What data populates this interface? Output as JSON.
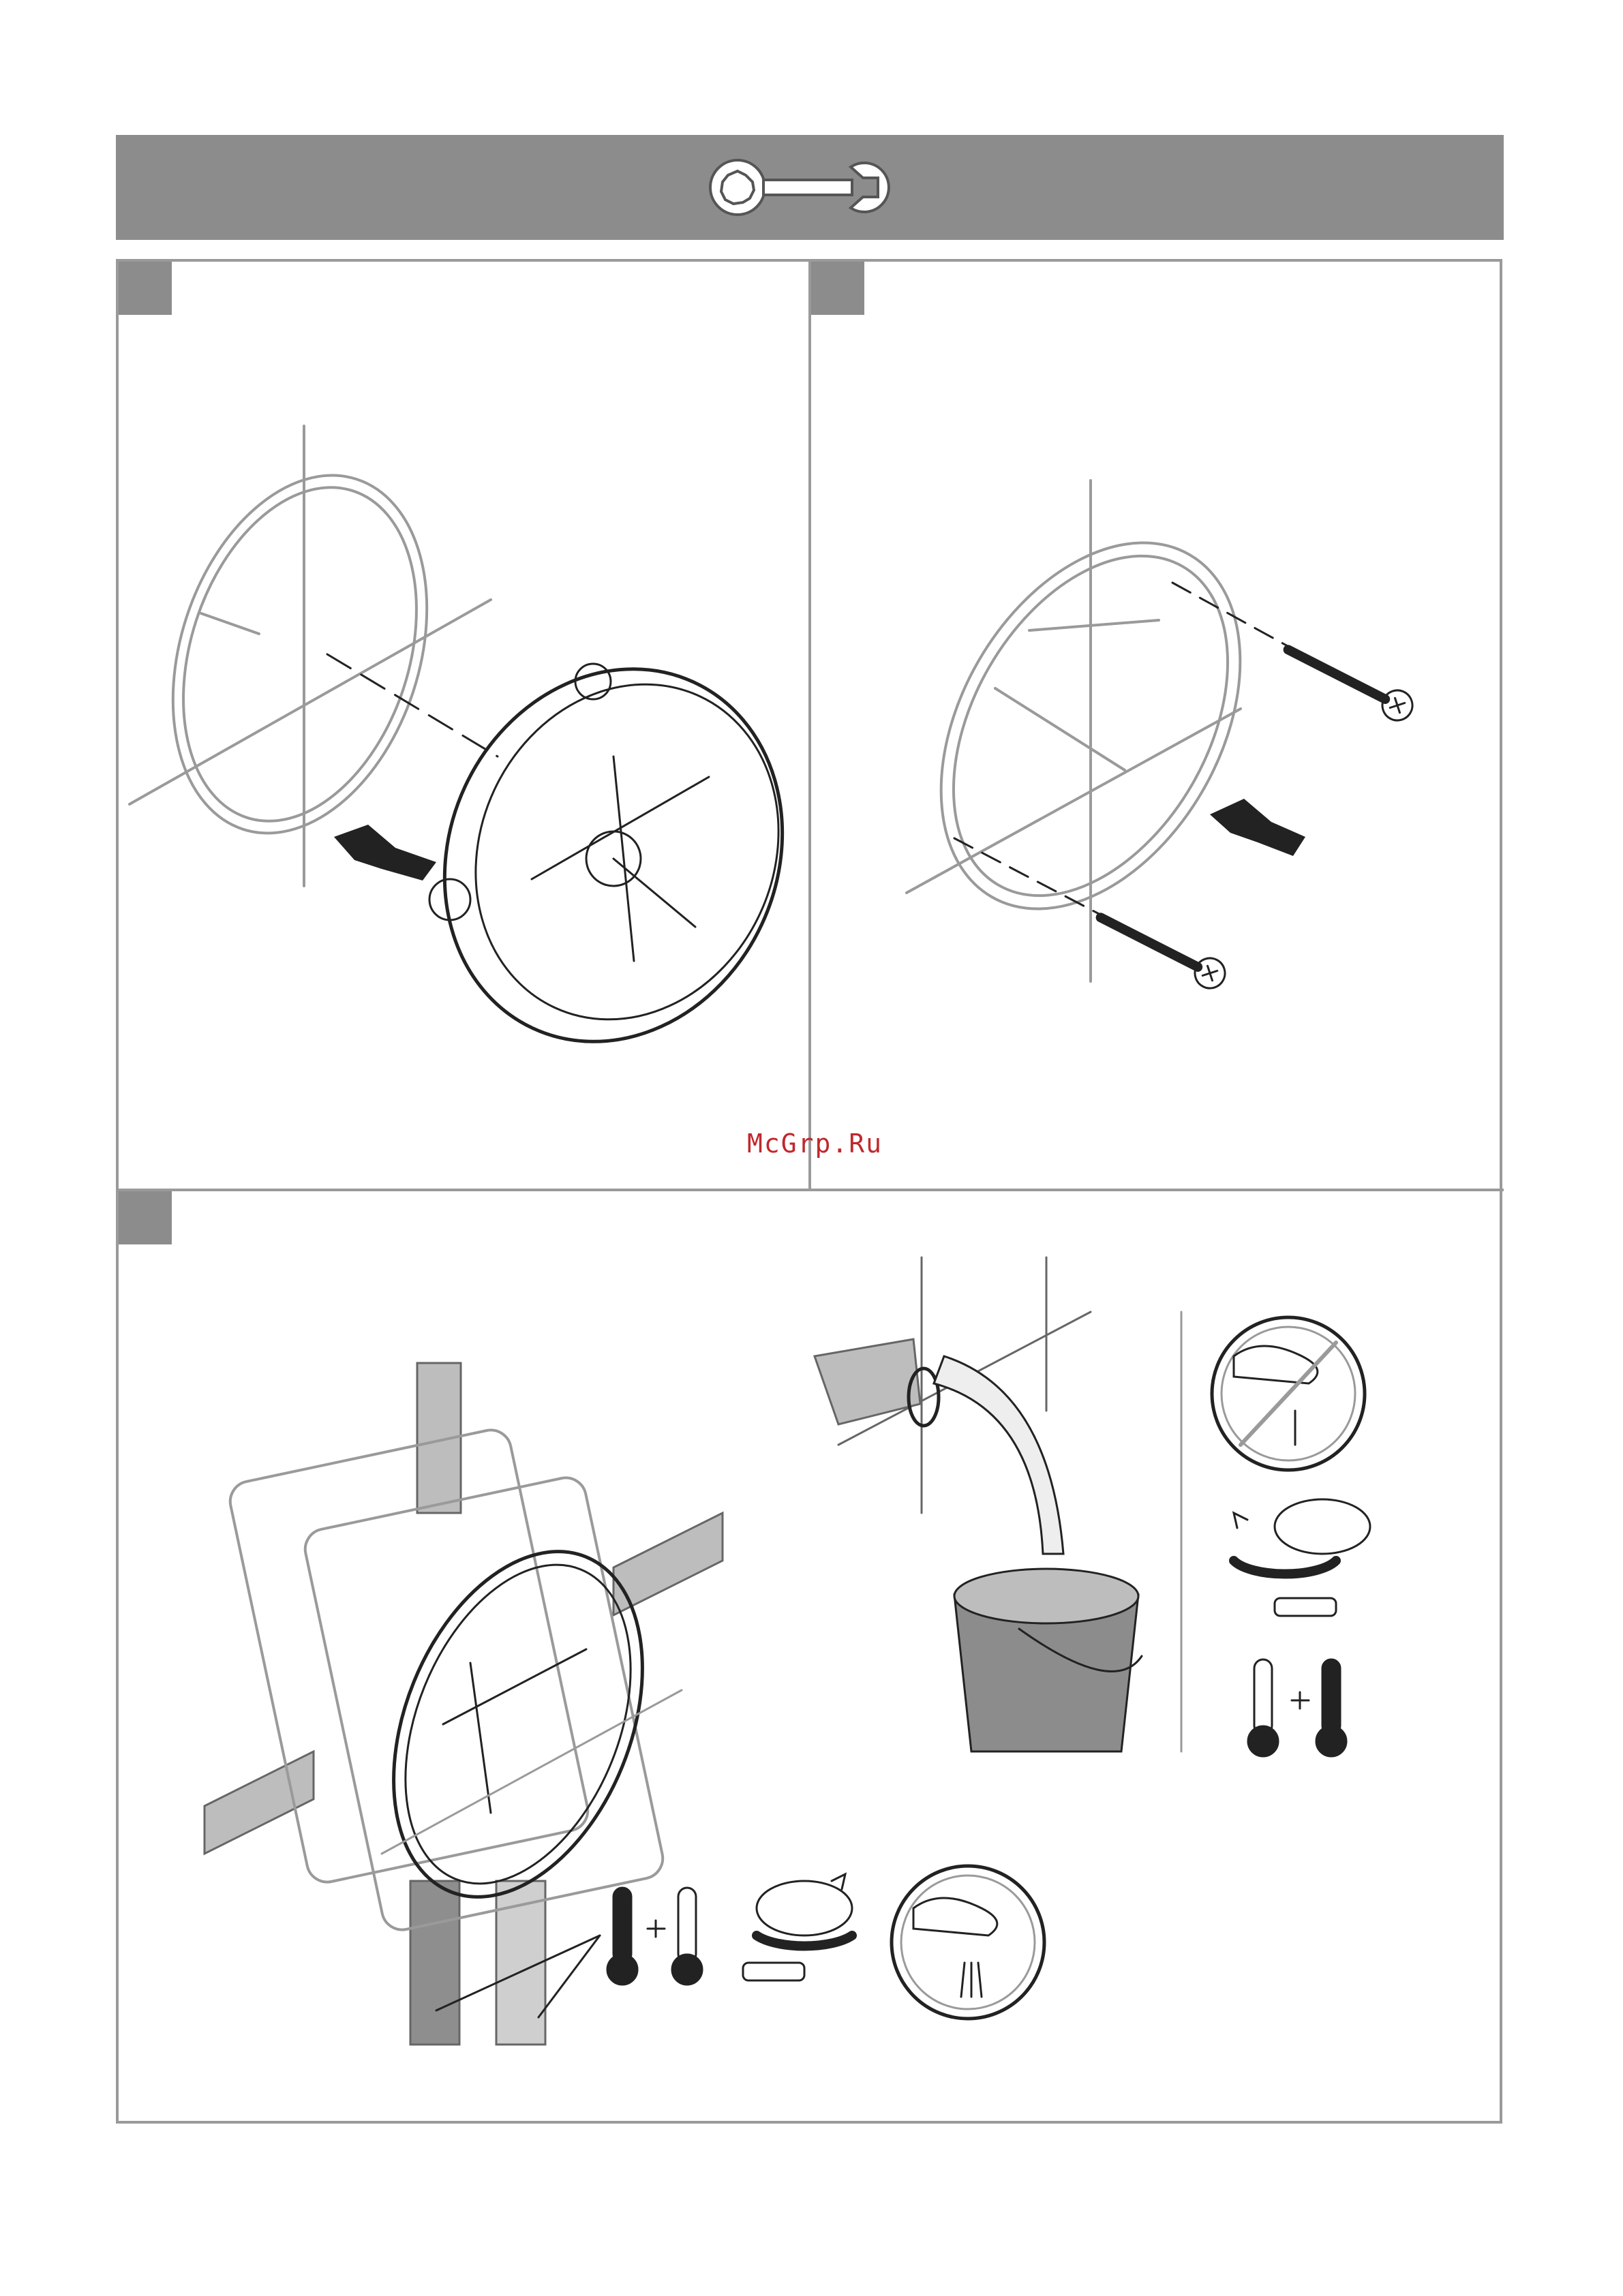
{
  "watermark": "McGrp.Ru",
  "header": {
    "icon": "wrench-icon"
  },
  "steps": [
    {
      "id": "step-1",
      "icon": "step-number-box"
    },
    {
      "id": "step-2",
      "icon": "step-number-box"
    },
    {
      "id": "step-3",
      "icon": "step-number-box"
    }
  ],
  "colors": {
    "header": "#8c8c8c",
    "frame": "#9a9a9a",
    "watermark": "#c0282d"
  }
}
